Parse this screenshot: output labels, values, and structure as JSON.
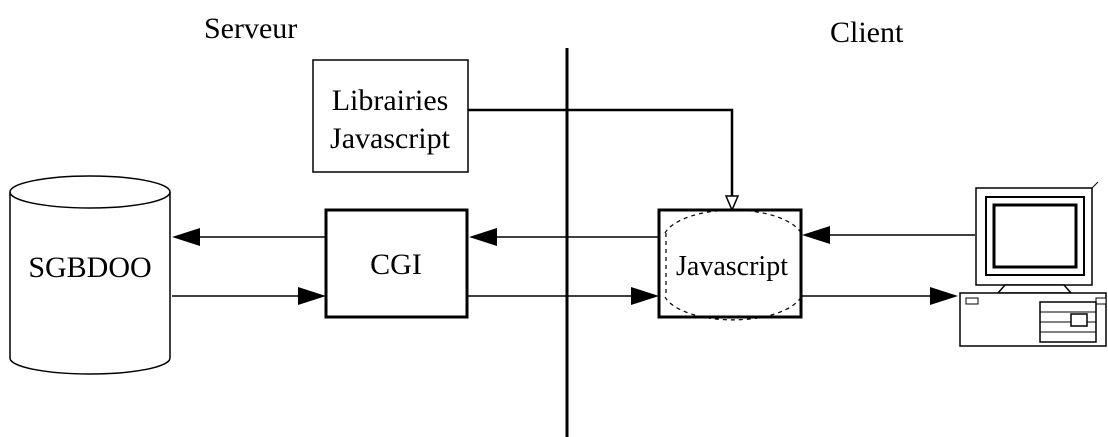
{
  "labels": {
    "server": "Serveur",
    "client": "Client",
    "libraries_line1": "Librairies",
    "libraries_line2": "Javascript",
    "db": "SGBDOO",
    "cgi": "CGI",
    "javascript": "Javascript"
  },
  "colors": {
    "stroke": "#000000",
    "background": "#ffffff"
  },
  "icons": {
    "database": "cylinder",
    "client_computer": "desktop-computer-icon"
  }
}
